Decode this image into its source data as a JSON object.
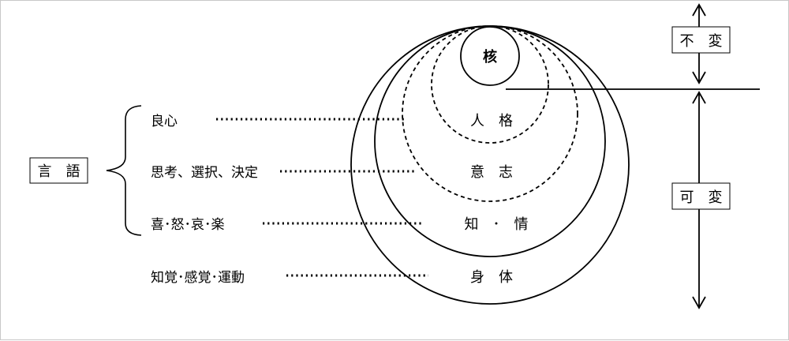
{
  "left_box": "言　語",
  "labels": {
    "conscience": "良心",
    "thought": "思考、選択、決定",
    "emotion": "喜･怒･哀･楽",
    "body": "知覚･感覚･運動"
  },
  "circles": {
    "core": "核",
    "personality": "人　格",
    "will": "意　志",
    "feeling": "知　･　情",
    "body": "身　体"
  },
  "right": {
    "invariant": "不　変",
    "variable": "可　変"
  }
}
